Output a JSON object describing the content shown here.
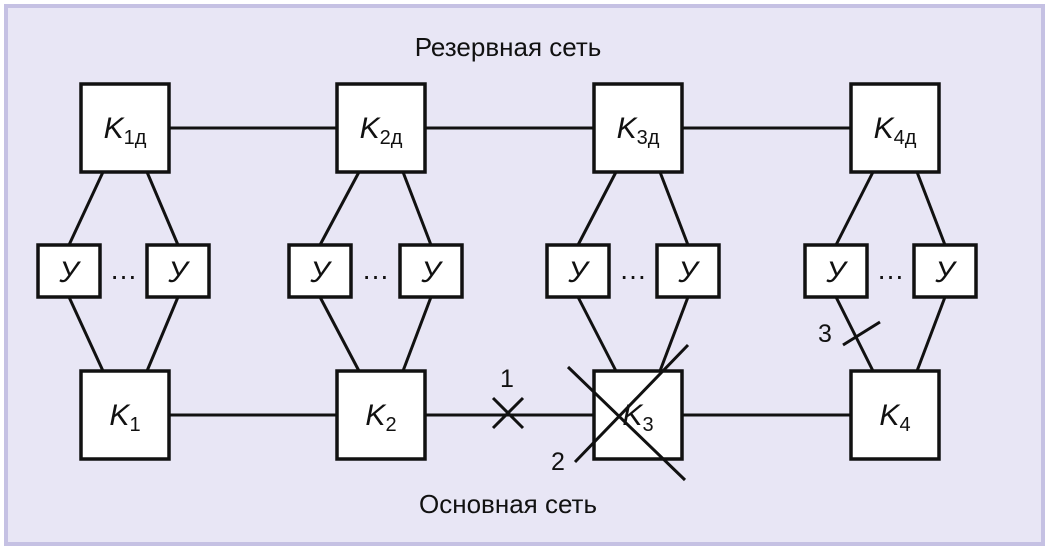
{
  "diagram": {
    "title_top": "Резервная сеть",
    "title_bottom": "Основная сеть",
    "frame_fill": "#e8e6f5",
    "frame_border": "#c5c1e3",
    "line_color": "#111111",
    "columns": [
      {
        "backup": {
          "main": "K",
          "sub": "1д"
        },
        "primary": {
          "main": "K",
          "sub": "1"
        },
        "devices": [
          "У",
          "У"
        ],
        "ellipsis": "…"
      },
      {
        "backup": {
          "main": "K",
          "sub": "2д"
        },
        "primary": {
          "main": "K",
          "sub": "2"
        },
        "devices": [
          "У",
          "У"
        ],
        "ellipsis": "…"
      },
      {
        "backup": {
          "main": "K",
          "sub": "3д"
        },
        "primary": {
          "main": "K",
          "sub": "3"
        },
        "devices": [
          "У",
          "У"
        ],
        "ellipsis": "…"
      },
      {
        "backup": {
          "main": "K",
          "sub": "4д"
        },
        "primary": {
          "main": "K",
          "sub": "4"
        },
        "devices": [
          "У",
          "У"
        ],
        "ellipsis": "…"
      }
    ],
    "faults": [
      {
        "label": "1"
      },
      {
        "label": "2"
      },
      {
        "label": "3"
      }
    ]
  }
}
